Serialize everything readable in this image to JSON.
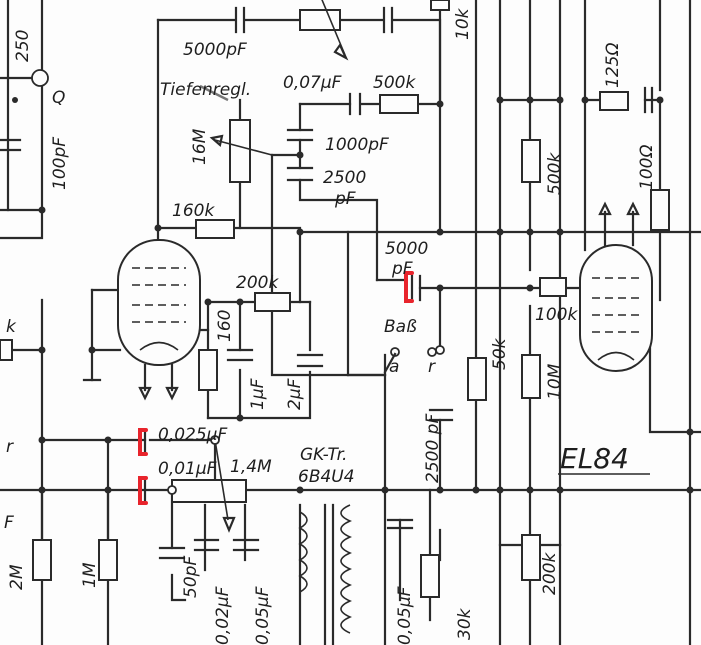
{
  "labels": {
    "c_5000pf_top": "5000pF",
    "tiefenregl": "Tiefenregl.",
    "c_007uf": "0,07μF",
    "r_500k_top": "500k",
    "r_10k": "10k",
    "c_1000pf": "1000pF",
    "c_2500pf_a": "2500",
    "c_2500pf_b": "pF",
    "r_16m": "16M",
    "r_160k_h": "160k",
    "r_200k": "200k",
    "r_160k_v": "160",
    "c_1uf": "1μF",
    "c_2uf": "2μF",
    "c_5000pf_mid_a": "5000",
    "c_5000pf_mid_b": "pF",
    "bass": "Baß",
    "switch_a": "a",
    "switch_r": "r",
    "r_50k": "50k",
    "c_2500pf_vert": "2500 pF",
    "r_100k": "100k",
    "r_10m": "10M",
    "r_500k_right": "500k",
    "r_125ohm": "125Ω",
    "r_100ohm": "100Ω",
    "tube_name": "EL84",
    "c_0025uf": "0,025μF",
    "c_001uf": "0,01μF",
    "r_14m": "1,4M",
    "trafo_a": "GK-Tr.",
    "trafo_b": "6B4U4",
    "r_2m": "2M",
    "r_1m": "1M",
    "c_50pf": "50pF",
    "c_002uf": "0,02μF",
    "c_005uf_a": "0,05μF",
    "c_005uf_b": "0,05μF",
    "r_30k": "30k",
    "r_200k_bottom": "200k",
    "left_250": "250",
    "left_100pf": "100pF",
    "left_q": "Q",
    "left_k": "k",
    "left_r": "r",
    "left_f": "F"
  },
  "colors": {
    "ink": "#2a2a2a",
    "paper": "#fdfdfd",
    "highlight": "#e8242c"
  }
}
